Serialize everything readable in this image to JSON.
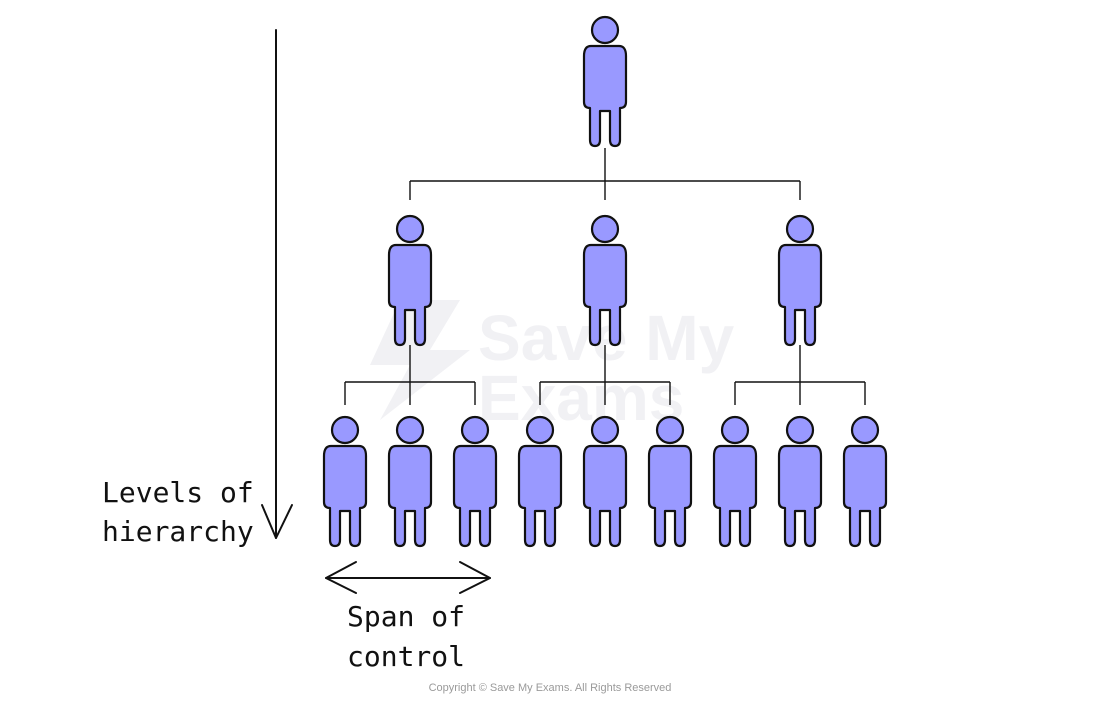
{
  "diagram": {
    "watermark": [
      "Save My",
      "Exams"
    ],
    "levels_label": [
      "Levels of",
      "hierarchy"
    ],
    "span_label": [
      "Span of",
      "control"
    ],
    "copyright": "Copyright © Save My Exams. All Rights Reserved",
    "colors": {
      "person_fill": "#9999ff",
      "outline": "#111111",
      "watermark": "#f1f1f4",
      "copyright": "#9a9a9a"
    },
    "hierarchy": {
      "levels": 3,
      "span_of_control": 3,
      "people_per_level": [
        1,
        3,
        9
      ]
    }
  }
}
